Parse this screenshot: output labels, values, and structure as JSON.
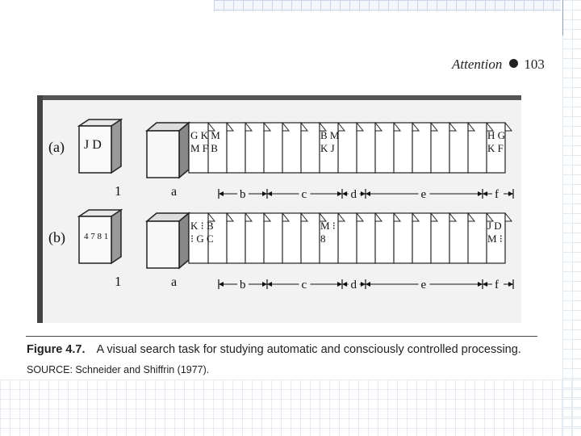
{
  "header": {
    "title": "Attention",
    "page_number": "103"
  },
  "figure": {
    "rows": [
      {
        "label": "(a)",
        "memory_set": "J D",
        "memory_load": "1",
        "mask_label": "a",
        "frame_groups": [
          {
            "line1": "G K M",
            "line2": "M F B"
          },
          {
            "line1": "B M",
            "line2": "K J"
          },
          {
            "line1": "H G",
            "line2": "K F"
          }
        ],
        "intervals": [
          "b",
          "c",
          "d",
          "e",
          "f"
        ]
      },
      {
        "label": "(b)",
        "memory_set": "4 7 8 1",
        "memory_load": "1",
        "mask_label": "a",
        "frame_groups": [
          {
            "line1": "K ⁝ B",
            "line2": "⁝ G C"
          },
          {
            "line1": "M ⁝",
            "line2": "8"
          },
          {
            "line1": "J D",
            "line2": "M ⁝"
          }
        ],
        "intervals": [
          "b",
          "c",
          "d",
          "e",
          "f"
        ]
      }
    ]
  },
  "caption": {
    "label": "Figure 4.7.",
    "text": "A visual search task for studying automatic and consciously controlled processing.",
    "source": "SOURCE: Schneider and Shiffrin (1977)."
  }
}
